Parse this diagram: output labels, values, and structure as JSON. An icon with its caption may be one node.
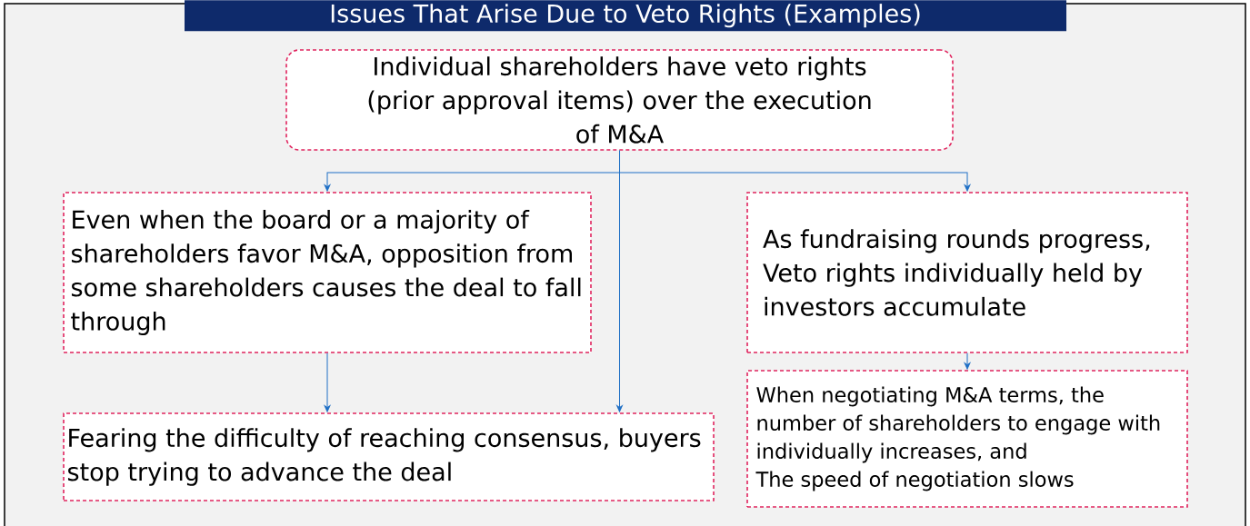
{
  "diagram": {
    "title": "Issues That Arise Due to Veto Rights (Examples)",
    "nodes": [
      {
        "text": [
          "Individual shareholders have veto rights (prior approval items) over the execution of M&A"
        ]
      },
      {
        "text": [
          "Even when the board or a majority of shareholders favor M&A, opposition from some shareholders causes the deal to fall through"
        ]
      },
      {
        "text": [
          "As fundraising rounds progress,",
          "Veto rights individually held by investors accumulate"
        ]
      },
      {
        "text": [
          "Fearing the difficulty of reaching consensus, buyers stop trying to advance the deal"
        ]
      },
      {
        "text": [
          "When negotiating M&A terms, the number of shareholders to engage with individually increases, and",
          "The speed of negotiation slows"
        ]
      }
    ],
    "edges": [
      {
        "from": 0,
        "to": 1,
        "arrow": "to"
      },
      {
        "from": 0,
        "to": 2,
        "arrow": "to"
      },
      {
        "from": 0,
        "to": 3,
        "arrow": "to"
      },
      {
        "from": 1,
        "to": 3,
        "arrow": "to"
      },
      {
        "from": 2,
        "to": 4,
        "arrow": "to"
      }
    ]
  }
}
